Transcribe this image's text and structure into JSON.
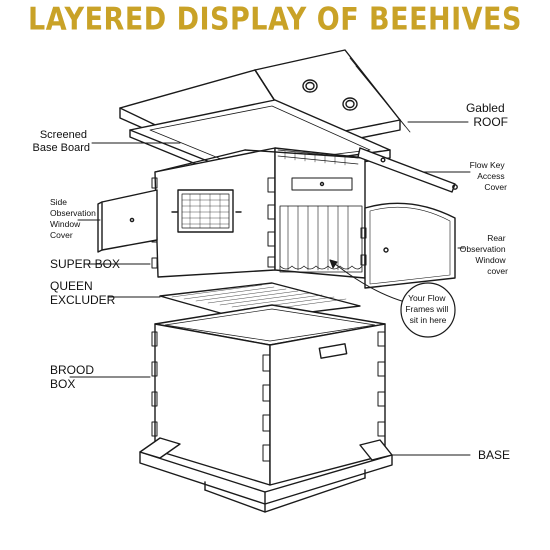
{
  "title": "LAYERED DISPLAY OF BEEHIVES",
  "colors": {
    "title": "#c9a227",
    "line": "#1a1a1a"
  },
  "labels": {
    "gabled_roof": [
      "Gabled",
      "ROOF"
    ],
    "screened_base_board": [
      "Screened",
      "Base Board"
    ],
    "flow_key_access_cover": [
      "Flow Key",
      "Access",
      "Cover"
    ],
    "side_observation_window_cover": [
      "Side",
      "Observation",
      "Window",
      "Cover"
    ],
    "rear_observation_window_cover": [
      "Rear",
      "Observation",
      "Window",
      "cover"
    ],
    "super_box": [
      "SUPER BOX"
    ],
    "queen_excluder": [
      "QUEEN",
      "EXCLUDER"
    ],
    "flow_frames_callout": [
      "Your Flow",
      "Frames will",
      "sit in here"
    ],
    "brood_box": [
      "BROOD",
      "BOX"
    ],
    "base": [
      "BASE"
    ]
  }
}
